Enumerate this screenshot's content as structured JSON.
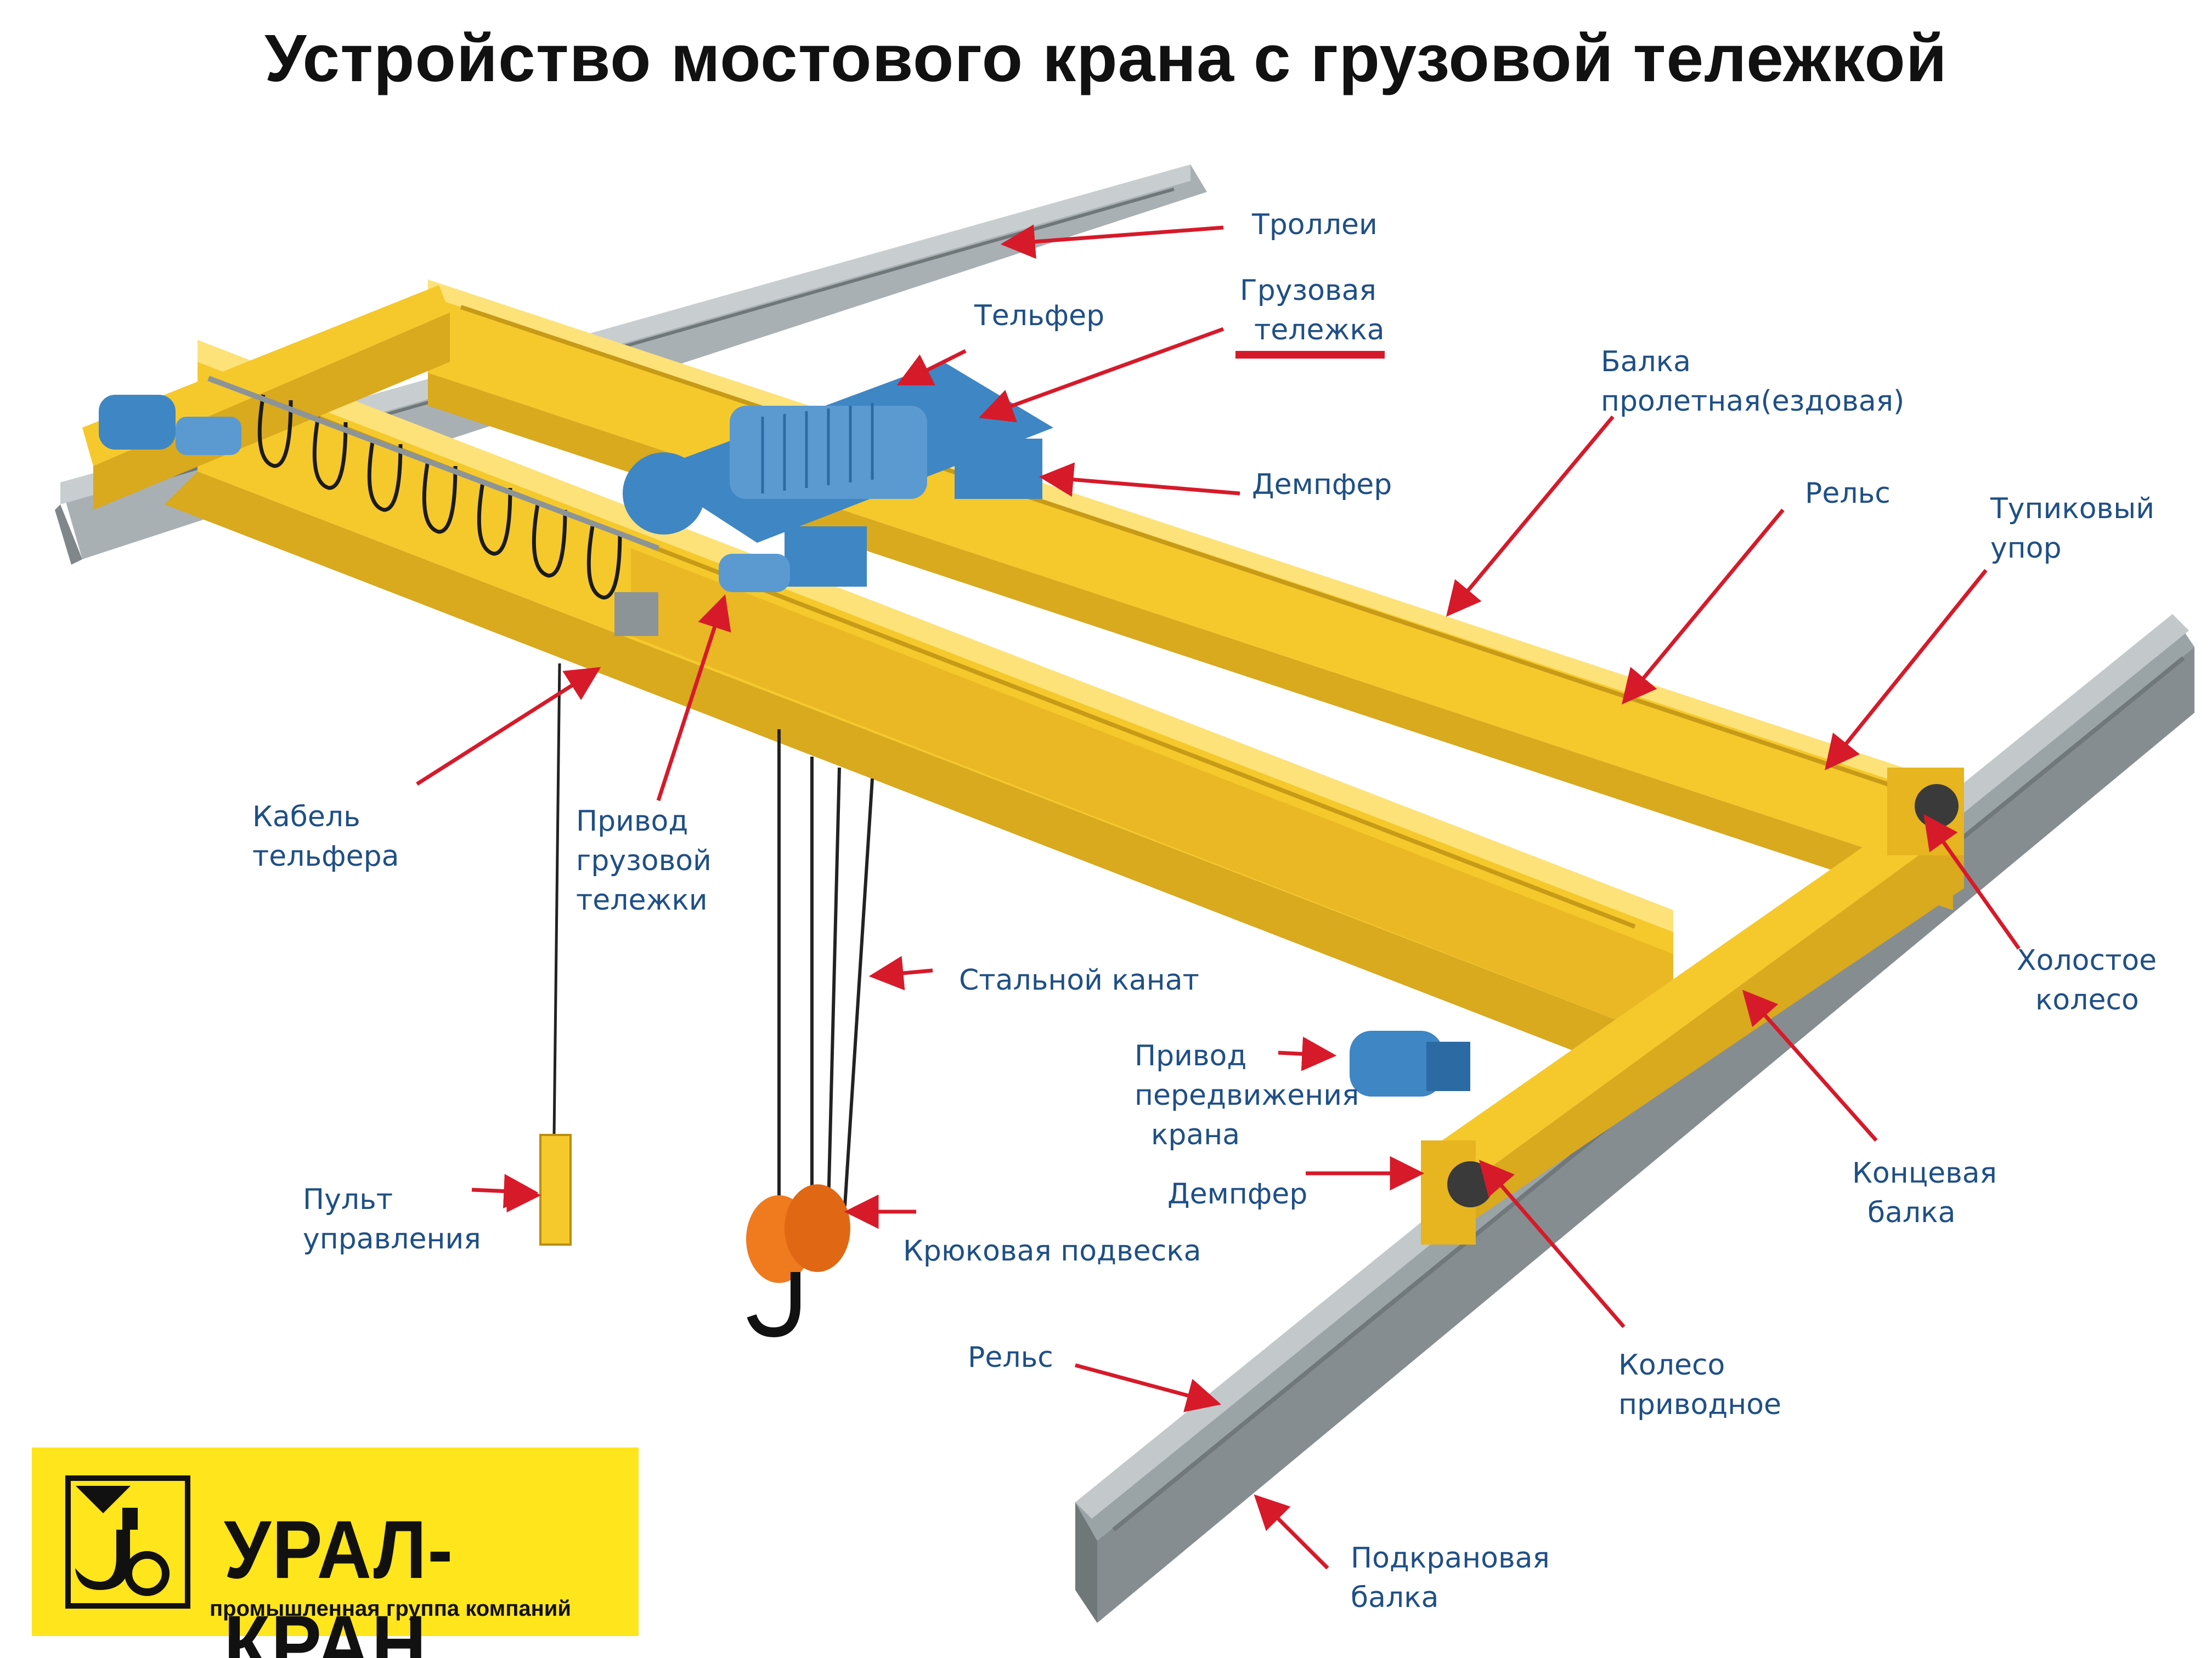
{
  "title": "Устройство мостового крана с грузовой тележкой",
  "labels": {
    "trolley_wires": [
      "Троллеи"
    ],
    "cargo_trolley": [
      "Грузовая",
      "тележка"
    ],
    "telpher": [
      "Тельфер"
    ],
    "span_beam": [
      "Балка",
      "пролетная(ездовая)"
    ],
    "damper_top": [
      "Демпфер"
    ],
    "rail_top": [
      "Рельс"
    ],
    "dead_end_stop": [
      "Тупиковый",
      "упор"
    ],
    "telpher_cable": [
      "Кабель",
      "тельфера"
    ],
    "trolley_drive": [
      "Привод",
      "грузовой",
      "тележки"
    ],
    "steel_rope": [
      "Стальной  канат"
    ],
    "idle_wheel": [
      "Холостое",
      "колесо"
    ],
    "crane_drive": [
      "Привод",
      "передвижения",
      "крана"
    ],
    "damper_bottom": [
      "Демпфер"
    ],
    "end_beam": [
      "Концевая",
      "балка"
    ],
    "control_pendant": [
      "Пульт",
      "управления"
    ],
    "hook_block": [
      "Крюковая  подвеска"
    ],
    "rail_bottom": [
      "Рельс"
    ],
    "drive_wheel": [
      "Колесо",
      "приводное"
    ],
    "runway_beam": [
      "Подкрановая",
      "балка"
    ]
  },
  "logo": {
    "brand": "УРАЛ-КРАН",
    "subtitle": "промышленная группа компаний"
  },
  "colors": {
    "beam_yellow": "#f5c92c",
    "beam_shade": "#d9a91e",
    "trolley_blue": "#3f86c4",
    "rail_gray": "#9aa3a6",
    "arrow_red": "#d61a2a",
    "label_blue": "#1f4f86",
    "hook_orange": "#f07a1e",
    "logo_yellow": "#ffe51c"
  }
}
